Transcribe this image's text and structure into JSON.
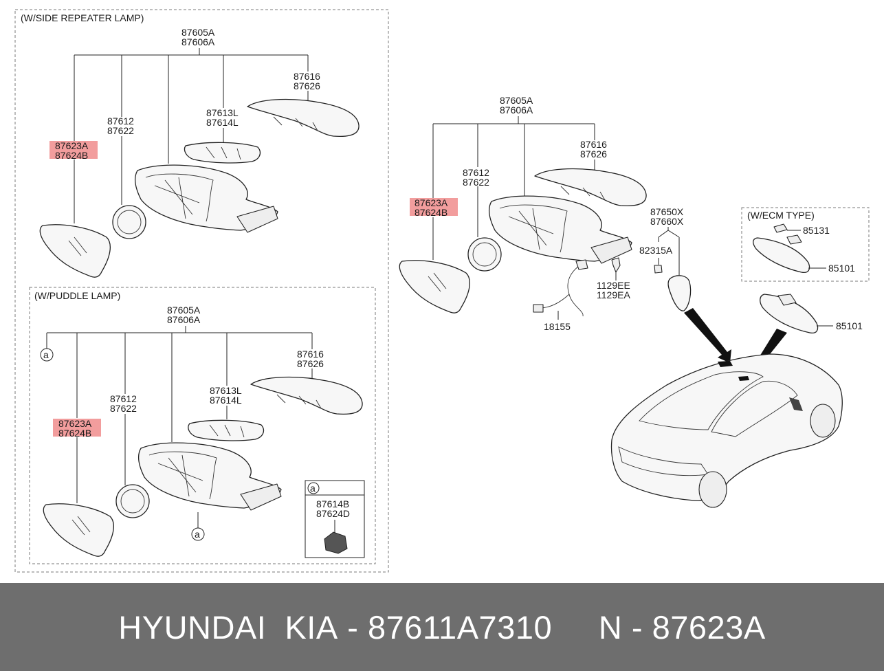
{
  "sections": {
    "side_repeater": {
      "title": "(W/SIDE REPEATER LAMP)",
      "assembly": [
        "87605A",
        "87606A"
      ],
      "cover": [
        "87616",
        "87626"
      ],
      "repeater": [
        "87613L",
        "87614L"
      ],
      "actuator": [
        "87612",
        "87622"
      ],
      "glass": [
        "87623A",
        "87624B"
      ]
    },
    "puddle": {
      "title": "(W/PUDDLE LAMP)",
      "ref_marker": "a",
      "assembly": [
        "87605A",
        "87606A"
      ],
      "cover": [
        "87616",
        "87626"
      ],
      "repeater": [
        "87613L",
        "87614L"
      ],
      "actuator": [
        "87612",
        "87622"
      ],
      "glass": [
        "87623A",
        "87624B"
      ],
      "inset": {
        "marker": "a",
        "lamp": [
          "87614B",
          "87624D"
        ]
      }
    },
    "main": {
      "assembly": [
        "87605A",
        "87606A"
      ],
      "cover": [
        "87616",
        "87626"
      ],
      "actuator": [
        "87612",
        "87622"
      ],
      "glass": [
        "87623A",
        "87624B"
      ],
      "inside_mirror": [
        "87650X",
        "87660X"
      ],
      "clip": "82315A",
      "screw": [
        "1129EE",
        "1129EA"
      ],
      "harness": "18155",
      "room_mirror": "85101"
    },
    "ecm": {
      "title": "(W/ECM TYPE)",
      "sensor": "85131",
      "mirror": "85101"
    }
  },
  "footer": {
    "brand": "HYUNDAI  KIA",
    "sep1": " - ",
    "part_number": "87611A7310",
    "gap": "     ",
    "n_prefix": "N",
    "sep2": " - ",
    "ref_number": "87623A"
  },
  "colors": {
    "highlight": "#f08c8c",
    "footer_bg": "#6e6e6e",
    "footer_text": "#ffffff"
  }
}
